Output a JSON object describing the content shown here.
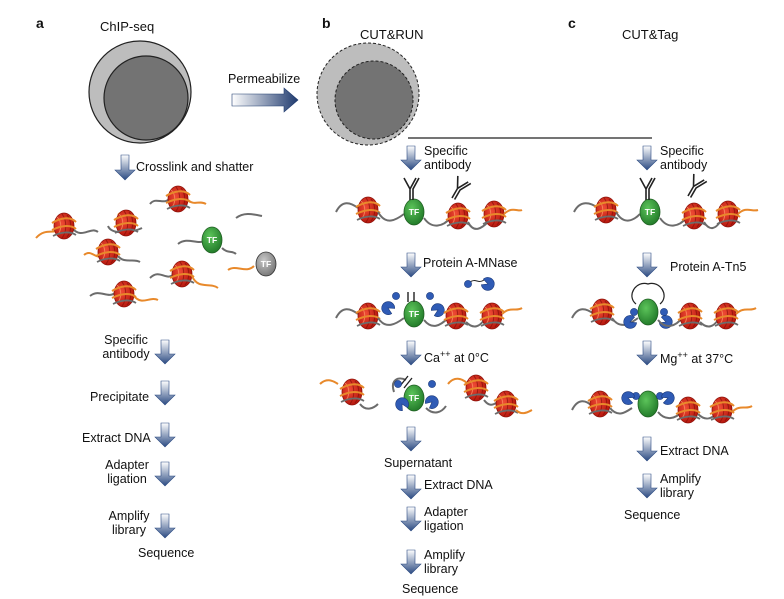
{
  "panels": {
    "a": {
      "letter": "a",
      "title": "ChIP-seq",
      "steps": {
        "crosslink": "Crosslink and shatter",
        "antibody_l1": "Specific",
        "antibody_l2": "antibody",
        "precipitate": "Precipitate",
        "extract": "Extract DNA",
        "adapter_l1": "Adapter",
        "adapter_l2": "ligation",
        "amplify_l1": "Amplify",
        "amplify_l2": "library",
        "sequence": "Sequence"
      }
    },
    "b": {
      "letter": "b",
      "title": "CUT&RUN",
      "steps": {
        "antibody_l1": "Specific",
        "antibody_l2": "antibody",
        "mnase": "Protein A-MNase",
        "ca_prefix": "Ca",
        "ca_sup": "++",
        "ca_suffix": " at 0°C",
        "supernatant": "Supernatant",
        "extract": "Extract DNA",
        "adapter_l1": "Adapter",
        "adapter_l2": "ligation",
        "amplify_l1": "Amplify",
        "amplify_l2": "library",
        "sequence": "Sequence"
      }
    },
    "c": {
      "letter": "c",
      "title": "CUT&Tag",
      "steps": {
        "antibody_l1": "Specific",
        "antibody_l2": "antibody",
        "tn5": "Protein A-Tn5",
        "mg_prefix": "Mg",
        "mg_sup": "++",
        "mg_suffix": " at 37°C",
        "extract": "Extract DNA",
        "amplify_l1": "Amplify",
        "amplify_l2": "library",
        "sequence": "Sequence"
      }
    }
  },
  "permeabilize_label": "Permeabilize",
  "tf_label": "TF",
  "colors": {
    "nucleosome": "#d42a1f",
    "nucleosome_dark": "#9a130b",
    "dna_orange": "#e8892b",
    "dna_gray": "#6c6c6c",
    "tf_green": "#3aa13e",
    "protein_blue": "#2f5bb5",
    "cell_outer": "#bdbdbd",
    "cell_inner": "#737373",
    "arrow_light": "#ffffff",
    "arrow_dark": "#1f3a6e"
  }
}
